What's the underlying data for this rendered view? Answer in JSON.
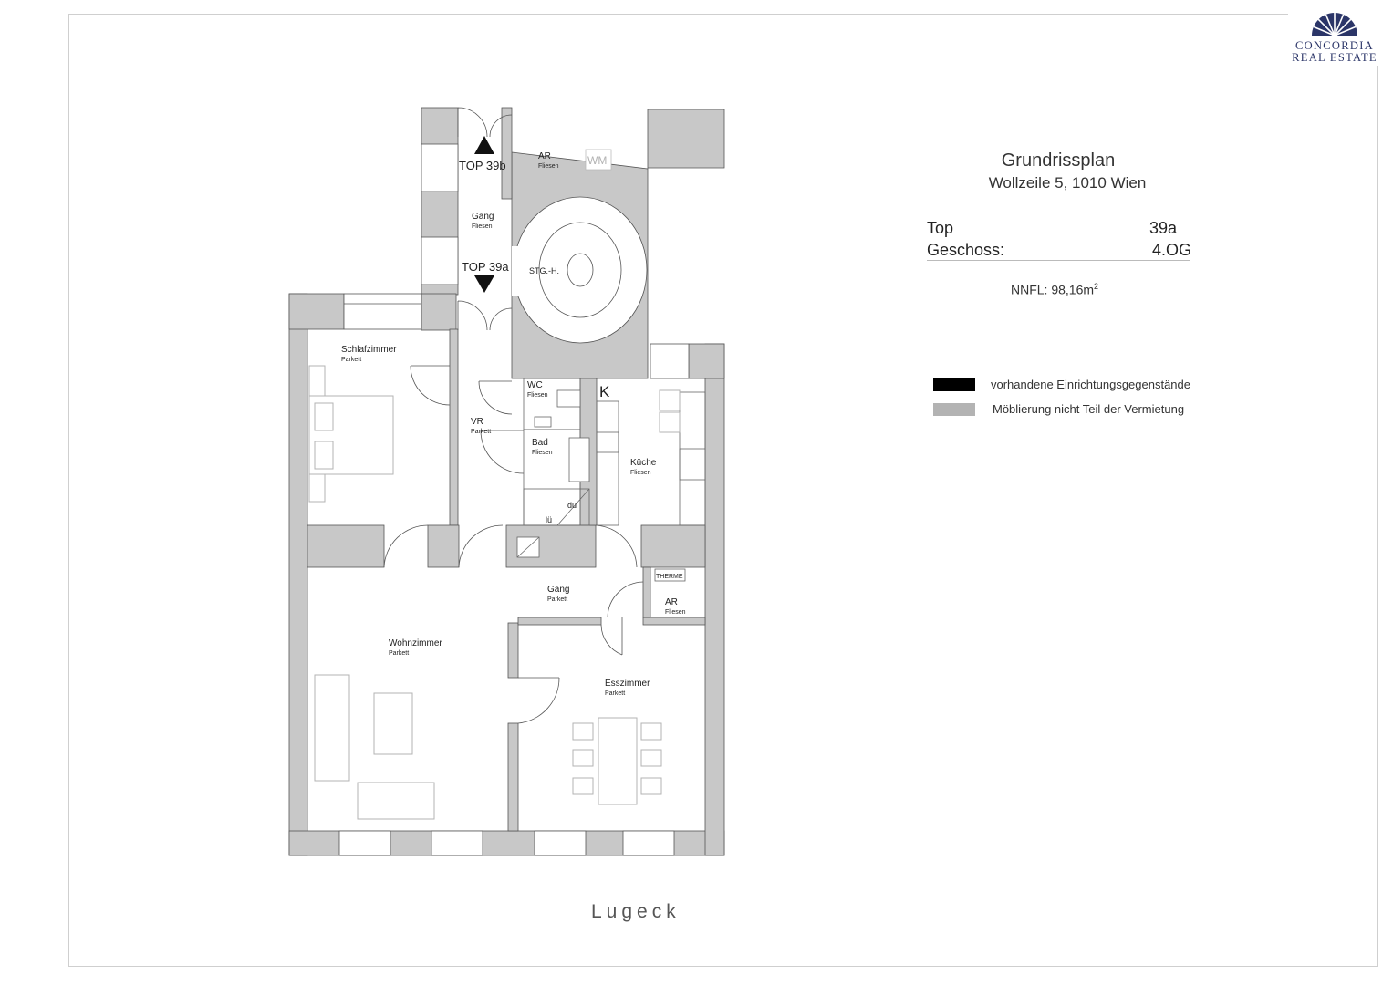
{
  "brand": {
    "line1": "CONCORDIA",
    "line2": "REAL ESTATE",
    "color": "#2b3568"
  },
  "info": {
    "title": "Grundrissplan",
    "address": "Wollzeile 5, 1010 Wien",
    "top_label": "Top",
    "top_value": "39a",
    "floor_label": "Geschoss:",
    "floor_value": "4.OG",
    "area_label": "NNFL: 98,16m",
    "area_sup": "2"
  },
  "legend": [
    {
      "label": "vorhandene Einrichtungsgegenstände",
      "color": "#000000"
    },
    {
      "label": "Möblierung nicht Teil der Vermietung",
      "color": "#b3b3b3"
    }
  ],
  "plan": {
    "wall_color": "#c8c8c8",
    "rooms": [
      {
        "name": "Schlafzimmer",
        "floor": "Parkett"
      },
      {
        "name": "Wohnzimmer",
        "floor": "Parkett"
      },
      {
        "name": "Esszimmer",
        "floor": "Parkett"
      },
      {
        "name": "Küche",
        "floor": "Fliesen"
      },
      {
        "name": "VR",
        "floor": "Parkett"
      },
      {
        "name": "WC",
        "floor": "Fliesen"
      },
      {
        "name": "Bad",
        "floor": "Fliesen"
      },
      {
        "name": "Gang",
        "floor": "Parkett"
      },
      {
        "name": "AR",
        "floor": "Fliesen"
      },
      {
        "name": "Gang",
        "floor": "Fliesen"
      },
      {
        "name": "AR",
        "floor": "Fliesen"
      }
    ],
    "labels": {
      "stair": "STG.-H.",
      "top_39b": "TOP 39b",
      "top_39a": "TOP 39a",
      "wm": "WM",
      "k": "K",
      "therme": "THERME",
      "du": "du",
      "lu": "lü"
    },
    "street": "Lugeck"
  }
}
